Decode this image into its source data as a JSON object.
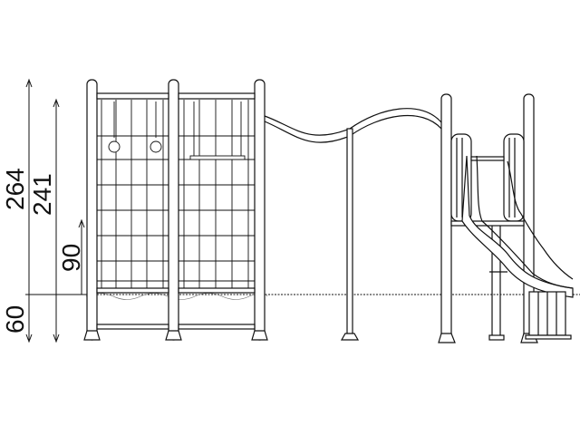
{
  "diagram": {
    "dimensions": [
      {
        "label": "264"
      },
      {
        "label": "241"
      },
      {
        "label": "90"
      },
      {
        "label": "60"
      }
    ]
  }
}
